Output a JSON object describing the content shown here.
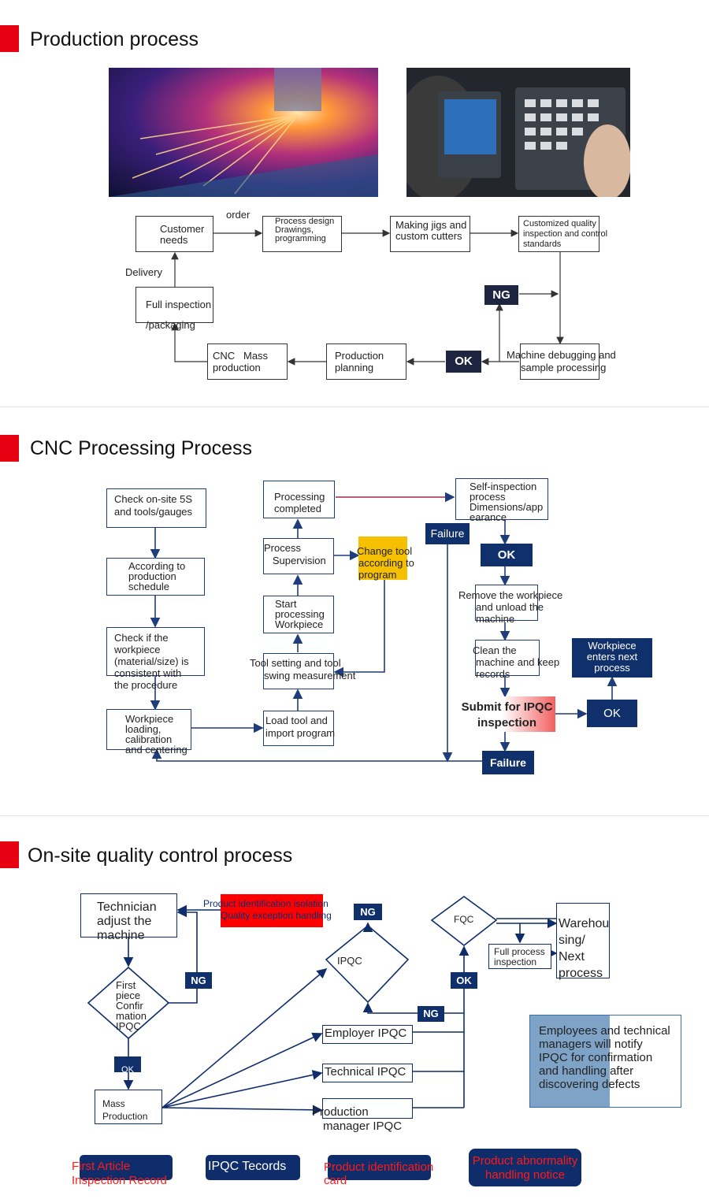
{
  "section1": {
    "title": "Production process",
    "nodes": {
      "customer_needs": "Customer\nneeds",
      "process_design": "Process design\nDrawings,\nprogramming",
      "jigs": "Making jigs and\ncustom cutters",
      "quality_standards": "Customized quality\ninspection and control\nstandards",
      "machine_debug": "Machine debugging and\nsample processing",
      "production_planning": "Production\nplanning",
      "cnc_mass": "CNC   Mass\nproduction",
      "full_inspection": "Full inspection\n/packaging"
    },
    "labels": {
      "order": "order",
      "delivery": "Delivery",
      "ng": "NG",
      "ok": "OK"
    }
  },
  "section2": {
    "title": "CNC Processing Process",
    "nodes": {
      "check_5s": "Check on-site 5S\nand tools/gauges",
      "schedule": "According to\nproduction\nschedule",
      "check_workpiece": "Check if the\nworkpiece\n(material/size) is\nconsistent with\nthe procedure",
      "loading": "Workpiece\nloading,\ncalibration\nand centering",
      "load_tool": "Load tool and\nimport program",
      "tool_setting": "Tool setting and tool\nswing measurement",
      "start_processing": "Start\nprocessing\nWorkpiece",
      "supervision": "Process\n   Supervision",
      "processing_completed": "Processing\ncompleted",
      "change_tool": "Change tool\naccording to\nprogram",
      "self_inspection": "Self-inspection\nprocess\nDimensions/app\nearance",
      "remove_workpiece": "Remove the workpiece\nand unload the\nmachine",
      "clean_machine": "Clean the\nmachine and keep\nrecords",
      "submit_ipqc": "Submit for IPQC\ninspection",
      "next_process": "Workpiece\nenters next\nprocess"
    },
    "labels": {
      "failure_top": "Failure",
      "ok_top": "OK",
      "ok_right": "OK",
      "failure_bottom": "Failure"
    }
  },
  "section3": {
    "title": "On-site quality control process",
    "nodes": {
      "technician": "Technician\nadjust the\nmachine",
      "isolation": "Product identification isolation\nQuality exception handling",
      "first_piece": "First\npiece\nConfir\nmation\nIPQC",
      "mass_production": "Mass\nProduction",
      "ipqc": "IPQC",
      "employer_ipqc": "Employer IPQC",
      "technical_ipqc": "Technical IPQC",
      "production_manager": "Production\nmanager IPQC",
      "fqc": "FQC",
      "full_process": "Full process\ninspection",
      "warehousing": "Warehou\nsing/\nNext\nprocess",
      "note": "Employees and technical\nmanagers will notify\nIPQC for confirmation\nand handling after\ndiscovering defects"
    },
    "labels": {
      "ng1": "NG",
      "ng2": "NG",
      "ng3": "NG",
      "ok": "OK",
      "ok_small": "OK"
    },
    "legend": [
      "First Article\nInspection Record",
      "IPQC Tecords",
      "Product identification\ncard",
      "Product abnormality\nhandling notice"
    ]
  },
  "colors": {
    "accent_red": "#e60012",
    "navy": "#10306b",
    "dark": "#1d2540",
    "highlight": "#f5c000"
  }
}
